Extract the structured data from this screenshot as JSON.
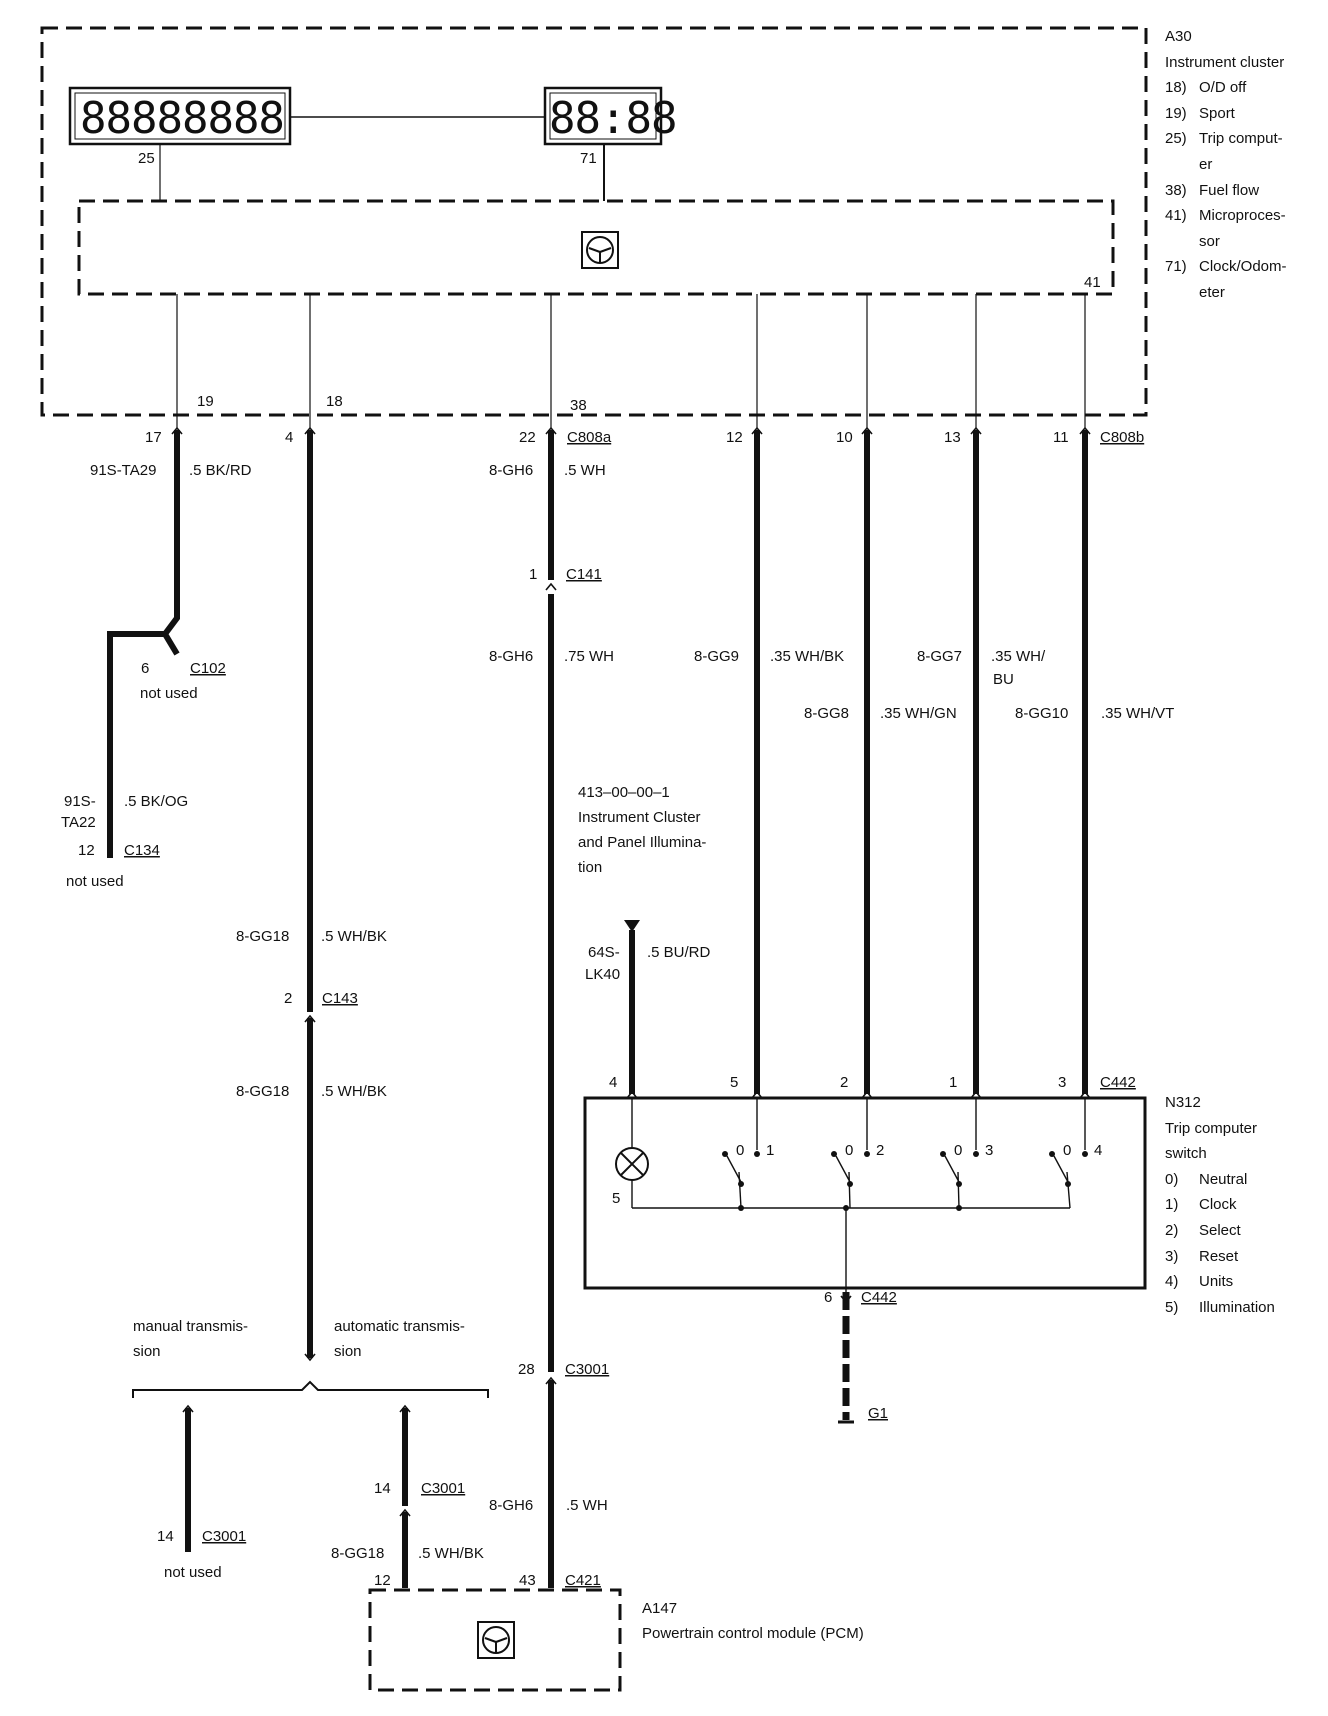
{
  "cluster": {
    "id": "A30",
    "name": "Instrument cluster",
    "items": [
      {
        "n": "18)",
        "t": "O/D off"
      },
      {
        "n": "19)",
        "t": "Sport"
      },
      {
        "n": "25)",
        "t": "Trip comput-er"
      },
      {
        "n": "38)",
        "t": "Fuel flow"
      },
      {
        "n": "41)",
        "t": "Microproces-sor"
      },
      {
        "n": "71)",
        "t": "Clock/Odom-eter"
      }
    ],
    "display_trip": "88888888",
    "display_clock": "88:88",
    "pin_trip": "25",
    "pin_clock": "71",
    "pin_micro": "41",
    "pin_19": "19",
    "pin_18": "18",
    "pin_38": "38"
  },
  "switch": {
    "id": "N312",
    "name": "Trip computer switch",
    "items": [
      {
        "n": "0)",
        "t": "Neutral"
      },
      {
        "n": "1)",
        "t": "Clock"
      },
      {
        "n": "2)",
        "t": "Select"
      },
      {
        "n": "3)",
        "t": "Reset"
      },
      {
        "n": "4)",
        "t": "Units"
      },
      {
        "n": "5)",
        "t": "Illumination"
      }
    ],
    "pin_lamp": "5",
    "contacts": [
      "0",
      "1",
      "0",
      "2",
      "0",
      "3",
      "0",
      "4"
    ]
  },
  "pcm": {
    "id": "A147",
    "name": "Powertrain control module (PCM)"
  },
  "connectors": {
    "c808a": "C808a",
    "c808b": "C808b",
    "c141": "C141",
    "c102": "C102",
    "c134": "C134",
    "c143": "C143",
    "c3001": "C3001",
    "c421": "C421",
    "c442": "C442",
    "g1": "G1"
  },
  "pins": {
    "p17": "17",
    "p4": "4",
    "p22": "22",
    "p12": "12",
    "p10": "10",
    "p13": "13",
    "p11": "11",
    "p1_c141": "1",
    "p6_c102": "6",
    "p12_c134": "12",
    "p2_c143": "2",
    "p28_c3001": "28",
    "p14_c3001a": "14",
    "p14_c3001b": "14",
    "p12_c421": "12",
    "p43_c421": "43",
    "s4": "4",
    "s5": "5",
    "s2": "2",
    "s1": "1",
    "s3": "3",
    "s6": "6"
  },
  "wires": {
    "w1_code": "91S-TA29",
    "w1_size": ".5 BK/RD",
    "w2_code_a": "91S-",
    "w2_code_b": "TA22",
    "w2_size": ".5 BK/OG",
    "w3_code": "8-GG18",
    "w3_size": ".5 WH/BK",
    "w4_code": "8-GG18",
    "w4_size": ".5 WH/BK",
    "w5_code": "8-GG18",
    "w5_size": ".5 WH/BK",
    "w6_code": "8-GH6",
    "w6_size": ".5 WH",
    "w7_code": "8-GH6",
    "w7_size": ".75 WH",
    "w8_code": "8-GH6",
    "w8_size": ".5 WH",
    "w9_code": "8-GG9",
    "w9_size": ".35 WH/BK",
    "w10_code": "8-GG8",
    "w10_size": ".35 WH/GN",
    "w11_code": "8-GG7",
    "w11_size_a": ".35 WH/",
    "w11_size_b": "BU",
    "w12_code": "8-GG10",
    "w12_size": ".35 WH/VT",
    "w13_code_a": "64S-",
    "w13_code_b": "LK40",
    "w13_size": ".5 BU/RD"
  },
  "notes": {
    "not_used_c102": "not used",
    "not_used_c134": "not used",
    "not_used_c3001": "not used",
    "ref_num": "413–00–00–1",
    "ref_l1": "Instrument Cluster",
    "ref_l2": "and Panel Illumina-",
    "ref_l3": "tion",
    "manual_l1": "manual transmis-",
    "manual_l2": "sion",
    "auto_l1": "automatic transmis-",
    "auto_l2": "sion"
  }
}
